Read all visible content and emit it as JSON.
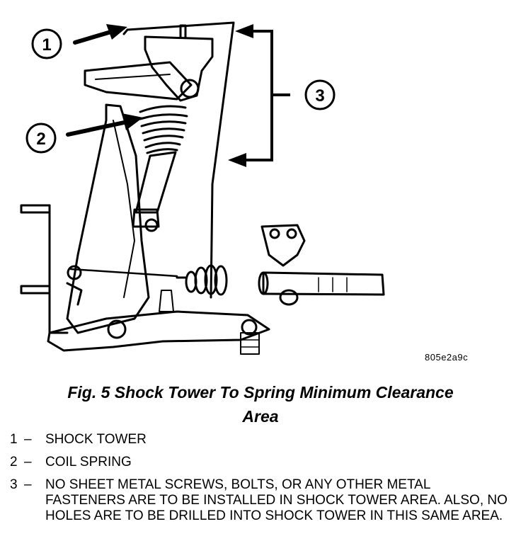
{
  "figure": {
    "code": "805e2a9c",
    "caption_line1": "Fig. 5 Shock Tower To Spring Minimum Clearance",
    "caption_line2": "Area"
  },
  "callouts": [
    {
      "number": "1"
    },
    {
      "number": "2"
    },
    {
      "number": "3"
    }
  ],
  "legend": [
    {
      "number": "1",
      "dash": "–",
      "text": "SHOCK TOWER"
    },
    {
      "number": "2",
      "dash": "–",
      "text": "COIL SPRING"
    },
    {
      "number": "3",
      "dash": "–",
      "text": "NO SHEET METAL SCREWS, BOLTS, OR ANY OTHER METAL FASTENERS ARE TO BE INSTALLED IN SHOCK TOWER AREA. ALSO, NO HOLES ARE TO BE DRILLED INTO SHOCK TOWER IN THIS SAME AREA."
    }
  ]
}
